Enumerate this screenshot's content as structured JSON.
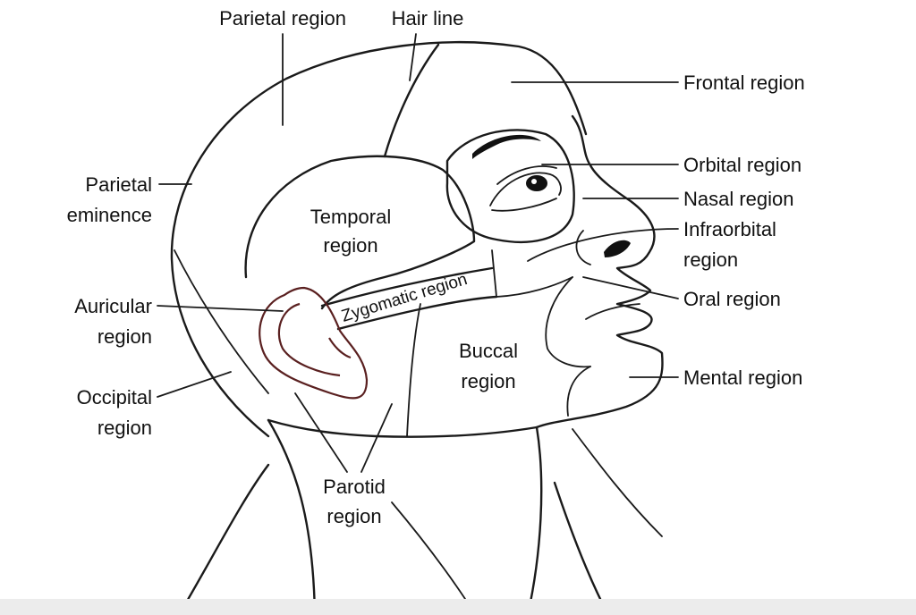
{
  "labels": {
    "parietal_region": "Parietal region",
    "hair_line": "Hair line",
    "frontal_region": "Frontal region",
    "parietal_eminence_1": "Parietal",
    "parietal_eminence_2": "eminence",
    "orbital_region": "Orbital region",
    "nasal_region": "Nasal region",
    "infraorbital_1": "Infraorbital",
    "infraorbital_2": "region",
    "temporal_1": "Temporal",
    "temporal_2": "region",
    "zygomatic": "Zygomatic region",
    "auricular_1": "Auricular",
    "auricular_2": "region",
    "oral_region": "Oral region",
    "buccal_1": "Buccal",
    "buccal_2": "region",
    "mental_region": "Mental region",
    "occipital_1": "Occipital",
    "occipital_2": "region",
    "parotid_1": "Parotid",
    "parotid_2": "region"
  }
}
